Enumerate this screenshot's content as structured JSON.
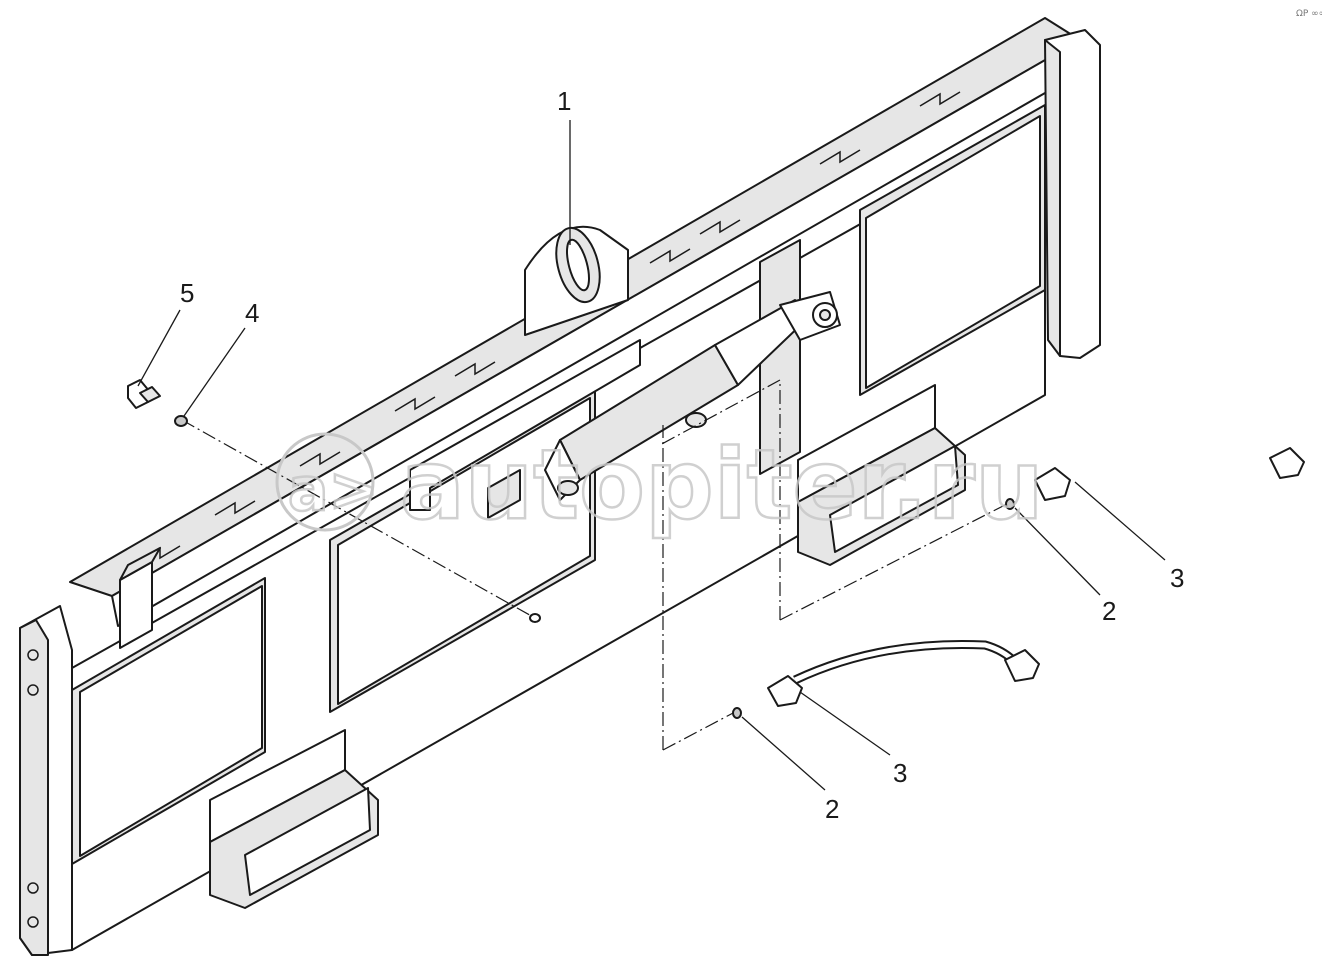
{
  "diagram": {
    "callouts": [
      {
        "id": "callout-1",
        "label": "1"
      },
      {
        "id": "callout-5",
        "label": "5"
      },
      {
        "id": "callout-4",
        "label": "4"
      },
      {
        "id": "callout-2-upper",
        "label": "2"
      },
      {
        "id": "callout-3-upper",
        "label": "3"
      },
      {
        "id": "callout-2-lower",
        "label": "2"
      },
      {
        "id": "callout-3-lower",
        "label": "3"
      }
    ],
    "watermark": "autopiter.ru",
    "watermark_logo": "a>",
    "corner_mark": "ΩP ∞∞"
  }
}
